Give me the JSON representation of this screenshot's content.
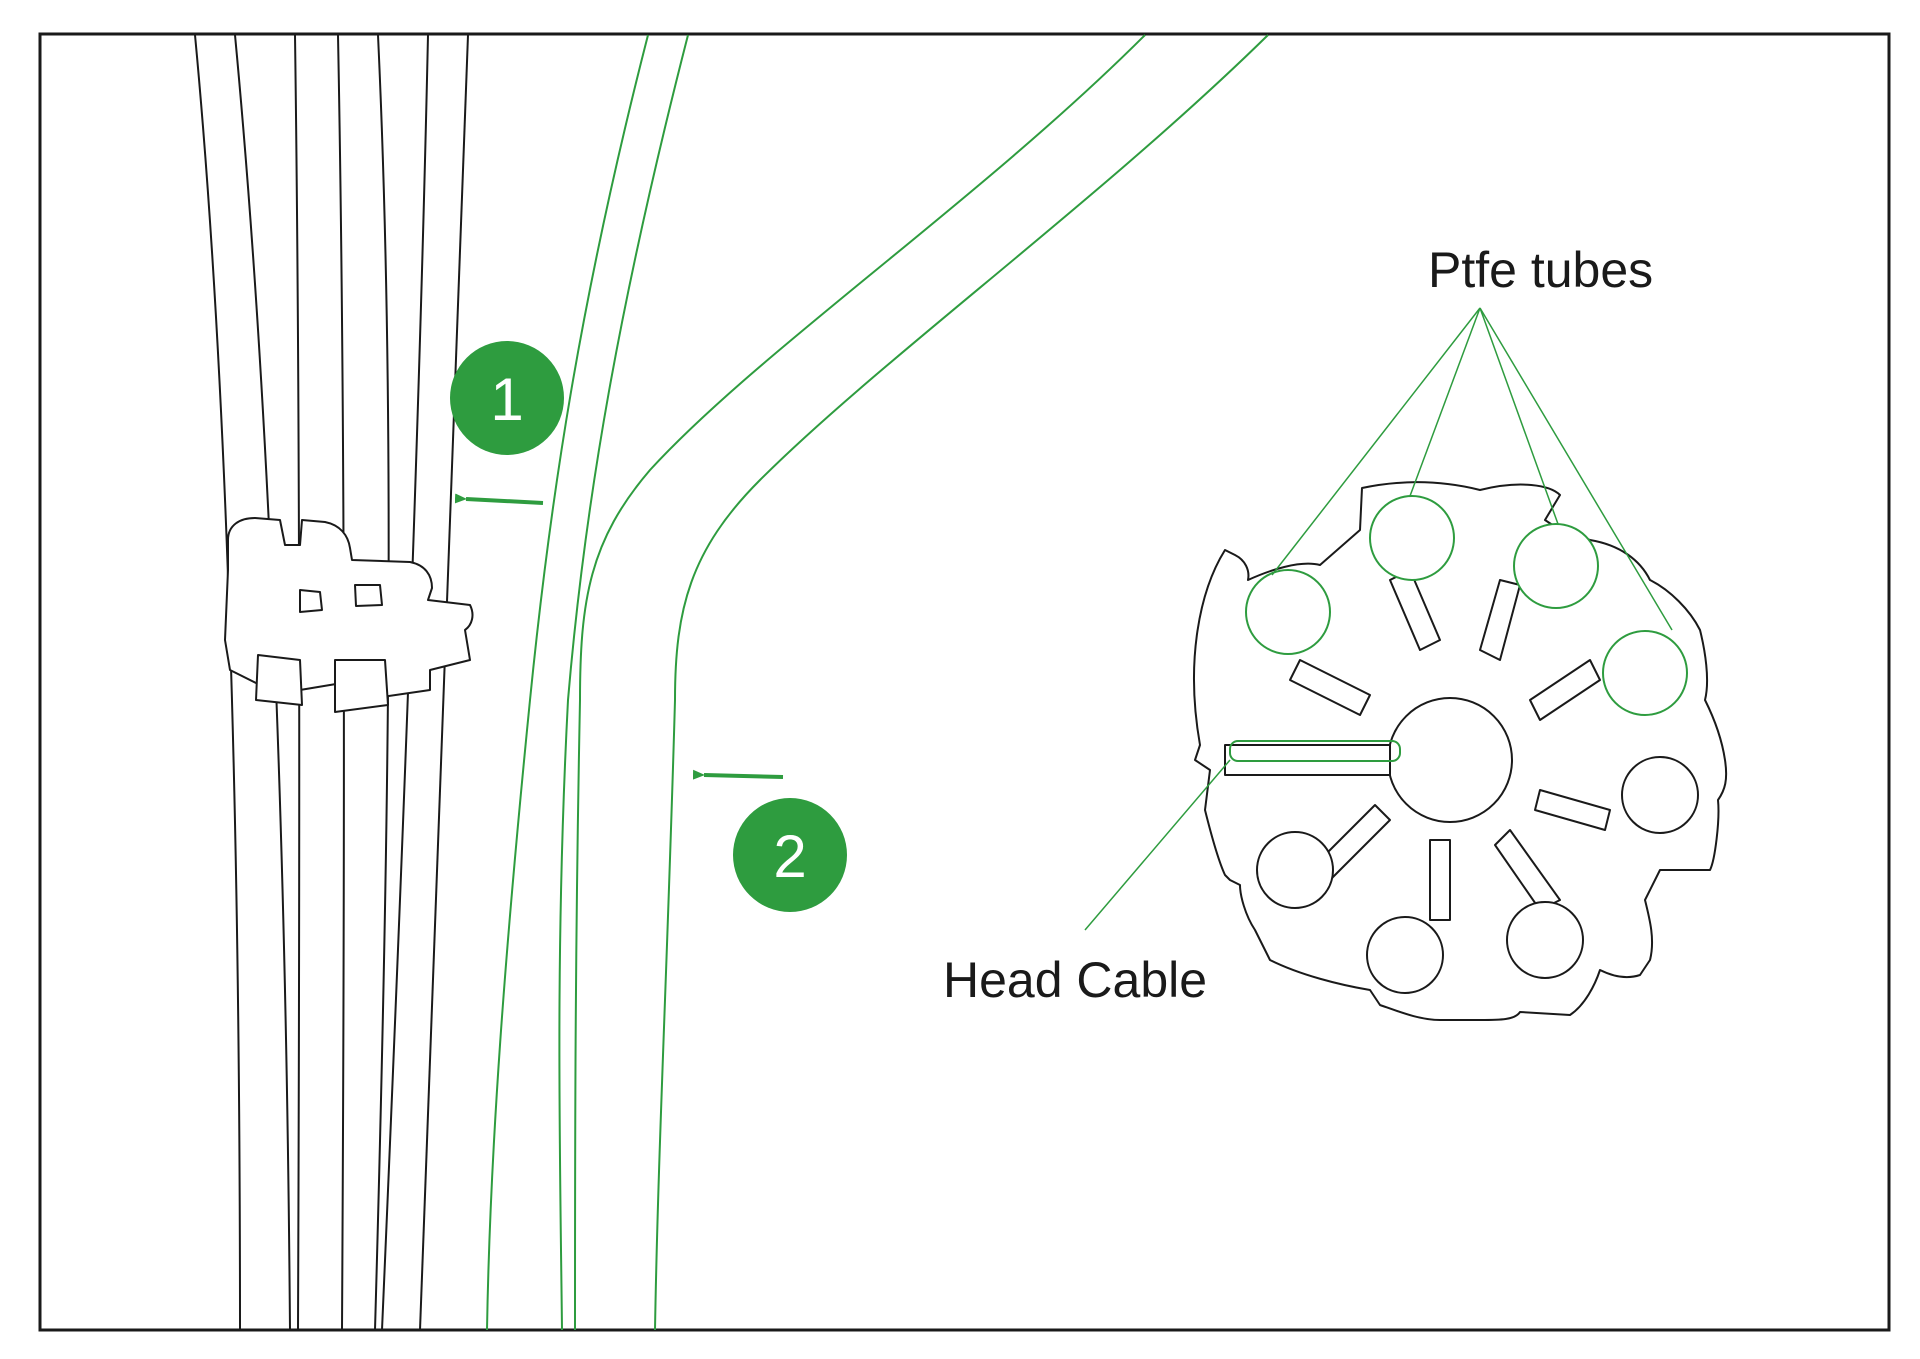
{
  "labels": {
    "ptfe_tubes": "Ptfe tubes",
    "head_cable": "Head Cable"
  },
  "steps": [
    {
      "number": "1"
    },
    {
      "number": "2"
    }
  ],
  "colors": {
    "accent": "#2e9c3f",
    "line": "#1a1a1a",
    "background": "#ffffff"
  }
}
